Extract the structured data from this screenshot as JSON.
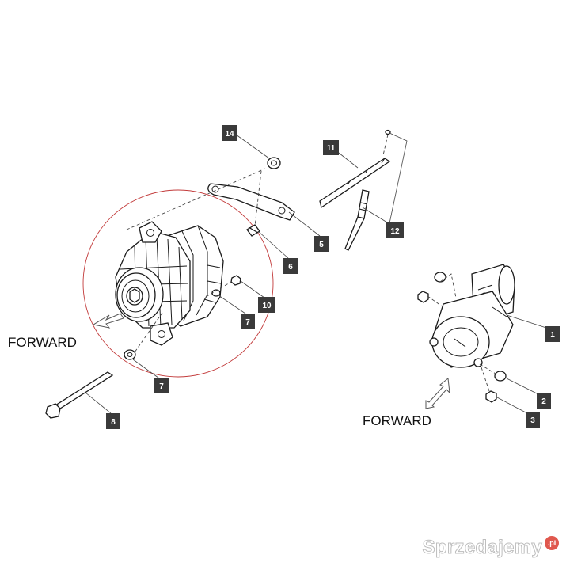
{
  "callouts": {
    "c1": "1",
    "c2": "2",
    "c3": "3",
    "c5": "5",
    "c6": "6",
    "c7a": "7",
    "c7b": "7",
    "c8": "8",
    "c10": "10",
    "c11": "11",
    "c12": "12",
    "c14": "14"
  },
  "labels": {
    "forward_left": "FORWARD",
    "forward_right": "FORWARD"
  },
  "watermark": {
    "text": "Sprzedajemy",
    "badge": ".pl"
  },
  "colors": {
    "callout_fill": "#3a3a3a",
    "highlight_circle": "#c23a3a",
    "watermark_badge": "#e0584e"
  }
}
